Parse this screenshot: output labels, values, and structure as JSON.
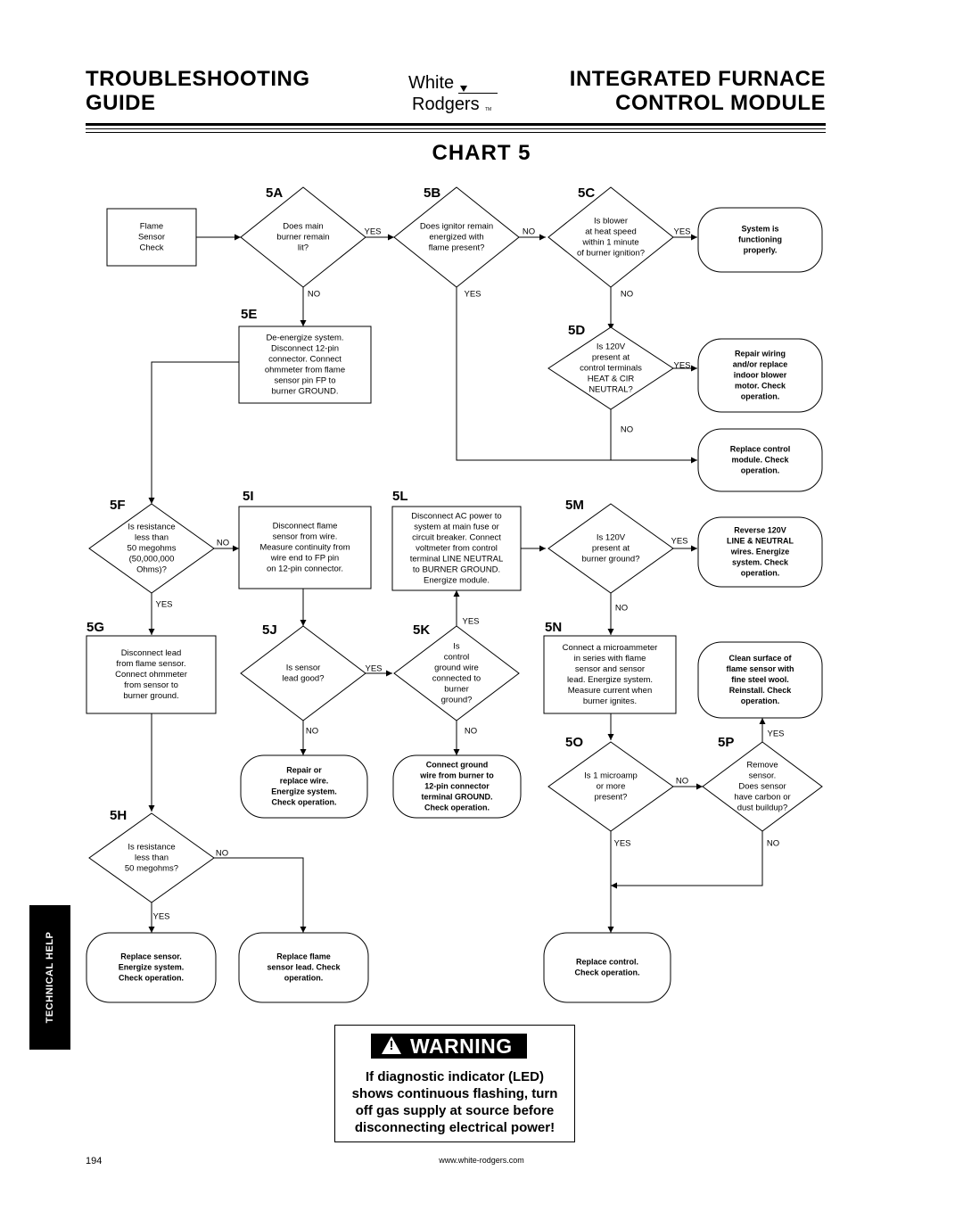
{
  "header": {
    "left_line1": "TROUBLESHOOTING",
    "left_line2": "GUIDE",
    "right_line1": "INTEGRATED FURNACE",
    "right_line2": "CONTROL MODULE",
    "logo_top": "White",
    "logo_bottom": "Rodgers",
    "logo_tm": "TM"
  },
  "chart_title": "CHART 5",
  "labels": {
    "5A": "5A",
    "5B": "5B",
    "5C": "5C",
    "5D": "5D",
    "5E": "5E",
    "5F": "5F",
    "5G": "5G",
    "5H": "5H",
    "5I": "5I",
    "5J": "5J",
    "5K": "5K",
    "5L": "5L",
    "5M": "5M",
    "5N": "5N",
    "5O": "5O",
    "5P": "5P"
  },
  "nodes": {
    "start": [
      "Flame",
      "Sensor",
      "Check"
    ],
    "d5a": [
      "Does main",
      "burner remain",
      "lit?"
    ],
    "d5b": [
      "Does ignitor remain",
      "energized with",
      "flame present?"
    ],
    "d5c": [
      "Is blower",
      "at heat speed",
      "within 1 minute",
      "of burner ignition?"
    ],
    "t_functioning": [
      "System is",
      "functioning",
      "properly."
    ],
    "b5e": [
      "De-energize system.",
      "Disconnect 12-pin",
      "connector. Connect",
      "ohmmeter from flame",
      "sensor pin FP to",
      "burner GROUND."
    ],
    "d5d": [
      "Is 120V",
      "present at",
      "control terminals",
      "HEAT & CIR",
      "NEUTRAL?"
    ],
    "t_repair_wiring": [
      "Repair wiring",
      "and/or replace",
      "indoor blower",
      "motor. Check",
      "operation."
    ],
    "t_replace_control_module": [
      "Replace control",
      "module. Check",
      "operation."
    ],
    "d5f": [
      "Is resistance",
      "less than",
      "50 megohms",
      "(50,000,000",
      "Ohms)?"
    ],
    "b5i": [
      "Disconnect flame",
      "sensor from wire.",
      "Measure continuity from",
      "wire end to FP pin",
      "on 12-pin connector."
    ],
    "b5l": [
      "Disconnect AC power to",
      "system at main fuse or",
      "circuit breaker. Connect",
      "voltmeter from control",
      "terminal LINE NEUTRAL",
      "to BURNER GROUND.",
      "Energize module."
    ],
    "d5m": [
      "Is 120V",
      "present at",
      "burner ground?"
    ],
    "t_reverse": [
      "Reverse 120V",
      "LINE & NEUTRAL",
      "wires. Energize",
      "system. Check",
      "operation."
    ],
    "b5g": [
      "Disconnect lead",
      "from flame sensor.",
      "Connect ohmmeter",
      "from sensor to",
      "burner ground."
    ],
    "d5j": [
      "Is sensor",
      "lead good?"
    ],
    "d5k": [
      "Is",
      "control",
      "ground wire",
      "connected to",
      "burner",
      "ground?"
    ],
    "b5n": [
      "Connect a microammeter",
      "in series with flame",
      "sensor and sensor",
      "lead. Energize system.",
      "Measure current when",
      "burner ignites."
    ],
    "t_clean": [
      "Clean surface of",
      "flame sensor with",
      "fine steel wool.",
      "Reinstall. Check",
      "operation."
    ],
    "t_repair_wire": [
      "Repair or",
      "replace wire.",
      "Energize system.",
      "Check operation."
    ],
    "t_connect_ground": [
      "Connect ground",
      "wire from burner to",
      "12-pin connector",
      "terminal GROUND.",
      "Check operation."
    ],
    "d5o": [
      "Is 1 microamp",
      "or more",
      "present?"
    ],
    "d5p": [
      "Remove",
      "sensor.",
      "Does sensor",
      "have carbon or",
      "dust buildup?"
    ],
    "d5h": [
      "Is resistance",
      "less than",
      "50 megohms?"
    ],
    "t_replace_sensor": [
      "Replace sensor.",
      "Energize system.",
      "Check operation."
    ],
    "t_replace_lead": [
      "Replace flame",
      "sensor lead. Check",
      "operation."
    ],
    "t_replace_control": [
      "Replace control.",
      "Check operation."
    ]
  },
  "edge_labels": {
    "yes": "YES",
    "no": "NO"
  },
  "side_tab": "TECHNICAL HELP",
  "warning": {
    "title": "WARNING",
    "icon": "warning-triangle-icon",
    "lines": [
      "If diagnostic indicator (LED)",
      "shows continuous flashing, turn",
      "off gas supply at source before",
      "disconnecting electrical power!"
    ]
  },
  "footer": {
    "page_number": "194",
    "url": "www.white-rodgers.com"
  }
}
